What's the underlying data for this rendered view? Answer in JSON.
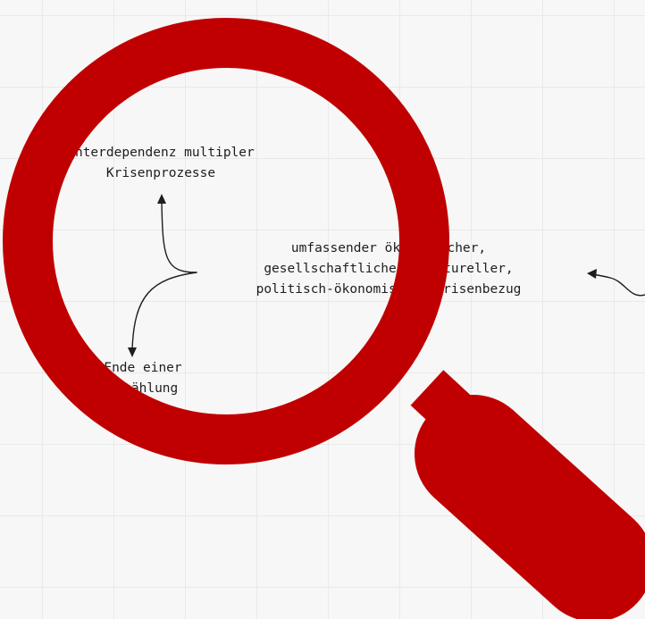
{
  "diagram": {
    "node_top": {
      "line1": "Interdependenz multipler",
      "line2": "Krisenprozesse"
    },
    "node_bottom": {
      "line1": "Ende einer",
      "line2": "Erzählung"
    },
    "node_right": {
      "line1": "umfassender ökologischer,",
      "line2": "gesellschaftlicher, kultureller,",
      "line3": "politisch-ökonomischer Krisenbezug"
    }
  },
  "colors": {
    "magnifier": "#c00000",
    "ink": "#1e1e1e",
    "grid": "#e9e9e9",
    "background": "#f7f7f7"
  },
  "icons": {
    "overlay": "magnifying-glass-icon"
  }
}
